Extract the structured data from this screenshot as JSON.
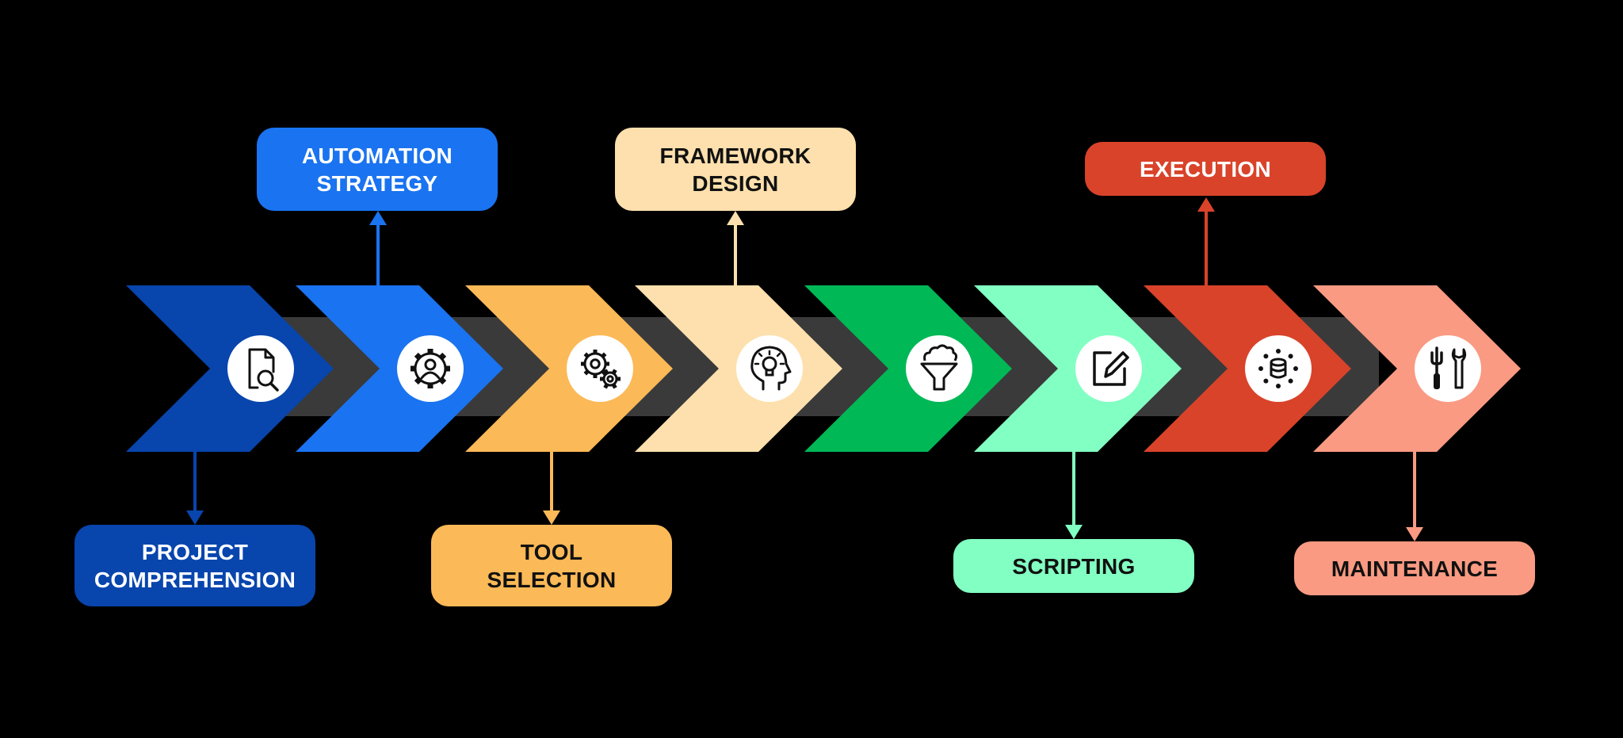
{
  "colors": {
    "background": "#000000",
    "track": "#3a3a3a",
    "icon_circle": "#ffffff",
    "icon_stroke": "#111111"
  },
  "steps": [
    {
      "label": "PROJECT\nCOMPREHENSION",
      "color": "#0845ad",
      "text_color": "#ffffff",
      "icon": "document-search-icon",
      "label_side": "bottom"
    },
    {
      "label": "AUTOMATION\nSTRATEGY",
      "color": "#1a73f0",
      "text_color": "#ffffff",
      "icon": "user-gear-icon",
      "label_side": "top"
    },
    {
      "label": "TOOL\nSELECTION",
      "color": "#fbb957",
      "text_color": "#111111",
      "icon": "gears-icon",
      "label_side": "bottom"
    },
    {
      "label": "FRAMEWORK\nDESIGN",
      "color": "#fde0ad",
      "text_color": "#111111",
      "icon": "head-lightbulb-icon",
      "label_side": "top"
    },
    {
      "label": "",
      "color": "#00b856",
      "text_color": "#111111",
      "icon": "funnel-icon",
      "label_side": "none"
    },
    {
      "label": "SCRIPTING",
      "color": "#82ffc2",
      "text_color": "#111111",
      "icon": "edit-icon",
      "label_side": "bottom"
    },
    {
      "label": "EXECUTION",
      "color": "#d9432a",
      "text_color": "#ffffff",
      "icon": "database-network-icon",
      "label_side": "top"
    },
    {
      "label": "MAINTENANCE",
      "color": "#fa9a82",
      "text_color": "#111111",
      "icon": "tools-icon",
      "label_side": "bottom"
    }
  ]
}
